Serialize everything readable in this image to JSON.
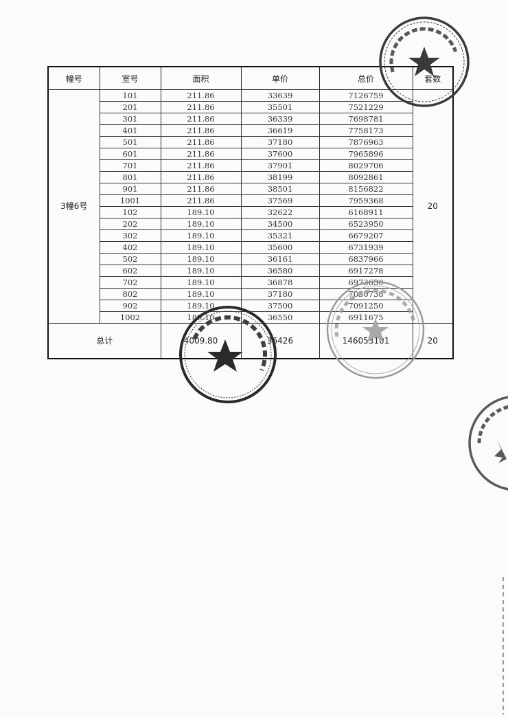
{
  "table": {
    "headers": {
      "building": "幢号",
      "room": "室号",
      "area": "面积",
      "unit_price": "单价",
      "total_price": "总价",
      "count": "套数"
    },
    "building": "3幢6号",
    "count": "20",
    "rows": [
      {
        "room": "101",
        "area": "211.86",
        "unit_price": "33639",
        "total_price": "7126759"
      },
      {
        "room": "201",
        "area": "211.86",
        "unit_price": "35501",
        "total_price": "7521229"
      },
      {
        "room": "301",
        "area": "211.86",
        "unit_price": "36339",
        "total_price": "7698781"
      },
      {
        "room": "401",
        "area": "211.86",
        "unit_price": "36619",
        "total_price": "7758173"
      },
      {
        "room": "501",
        "area": "211.86",
        "unit_price": "37180",
        "total_price": "7876963"
      },
      {
        "room": "601",
        "area": "211.86",
        "unit_price": "37600",
        "total_price": "7965896"
      },
      {
        "room": "701",
        "area": "211.86",
        "unit_price": "37901",
        "total_price": "8029706"
      },
      {
        "room": "801",
        "area": "211.86",
        "unit_price": "38199",
        "total_price": "8092861"
      },
      {
        "room": "901",
        "area": "211.86",
        "unit_price": "38501",
        "total_price": "8156822"
      },
      {
        "room": "1001",
        "area": "211.86",
        "unit_price": "37569",
        "total_price": "7959368"
      },
      {
        "room": "102",
        "area": "189.10",
        "unit_price": "32622",
        "total_price": "6168911"
      },
      {
        "room": "202",
        "area": "189.10",
        "unit_price": "34500",
        "total_price": "6523950"
      },
      {
        "room": "302",
        "area": "189.10",
        "unit_price": "35321",
        "total_price": "6679207"
      },
      {
        "room": "402",
        "area": "189.10",
        "unit_price": "35600",
        "total_price": "6731939"
      },
      {
        "room": "502",
        "area": "189.10",
        "unit_price": "36161",
        "total_price": "6837966"
      },
      {
        "room": "602",
        "area": "189.10",
        "unit_price": "36580",
        "total_price": "6917278"
      },
      {
        "room": "702",
        "area": "189.10",
        "unit_price": "36878",
        "total_price": "6973630"
      },
      {
        "room": "802",
        "area": "189.10",
        "unit_price": "37180",
        "total_price": "7030738"
      },
      {
        "room": "902",
        "area": "189.10",
        "unit_price": "37500",
        "total_price": "7091250"
      },
      {
        "room": "1002",
        "area": "189.10",
        "unit_price": "36550",
        "total_price": "6911675"
      }
    ],
    "total": {
      "label": "总计",
      "area": "4009.80",
      "unit_price": "36426",
      "total_price": "146053101",
      "count": "20"
    }
  },
  "seals": [
    {
      "name": "company-seal-top-right",
      "color": "#3a3a3a"
    },
    {
      "name": "company-seal-bottom-center",
      "color": "#2a2a2a"
    },
    {
      "name": "bureau-seal-bottom-right",
      "color": "#9a9a9a"
    },
    {
      "name": "partial-seal-right-edge",
      "color": "#5a5a5a"
    }
  ]
}
